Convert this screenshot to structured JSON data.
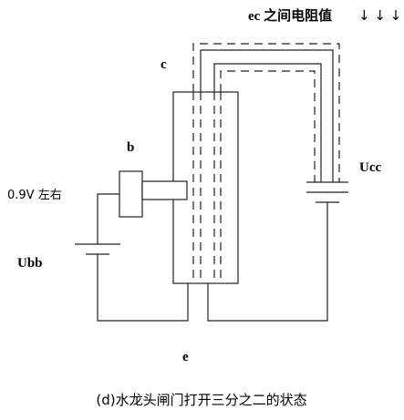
{
  "labels": {
    "top_note": "ec 之间电阻值",
    "top_arrows": "↓ ↓ ↓",
    "c": "c",
    "b": "b",
    "voltage": "0.9V 左右",
    "ubb": "Ubb",
    "ucc": "Ucc",
    "e": "e",
    "caption": "(d)水龙头闸门打开三分之二的状态"
  }
}
